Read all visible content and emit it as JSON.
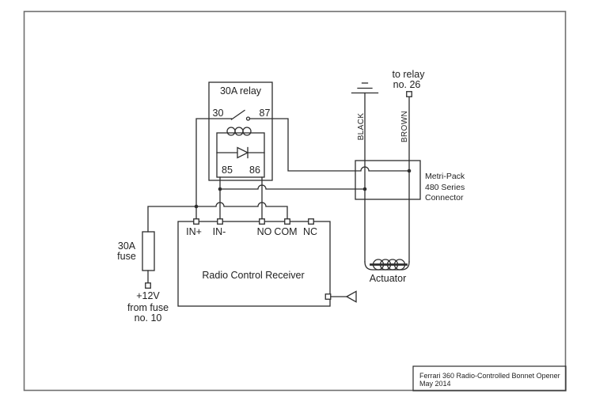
{
  "page": {
    "background": "#ffffff",
    "border_color": "#6f6f6f",
    "line_color": "#2d2d2d",
    "text_color": "#1f1f1f"
  },
  "relay": {
    "title": "30A relay",
    "pin_30": "30",
    "pin_87": "87",
    "pin_85": "85",
    "pin_86": "86"
  },
  "receiver": {
    "title": "Radio Control Receiver",
    "pin_in_plus": "IN+",
    "pin_in_minus": "IN-",
    "pin_no": "NO",
    "pin_com": "COM",
    "pin_nc": "NC"
  },
  "fuse": {
    "line1": "30A",
    "line2": "fuse"
  },
  "supply": {
    "line1": "+12V",
    "line2": "from fuse",
    "line3": "no. 10"
  },
  "relay26": {
    "line1": "to relay",
    "line2": "no. 26"
  },
  "wire_black": "BLACK",
  "wire_brown": "BROWN",
  "connector": {
    "line1": "Metri-Pack",
    "line2": "480 Series",
    "line3": "Connector"
  },
  "actuator": {
    "label": "Actuator"
  },
  "titleblock": {
    "line1": "Ferrari 360 Radio-Controlled Bonnet Opener",
    "line2": "May 2014"
  }
}
